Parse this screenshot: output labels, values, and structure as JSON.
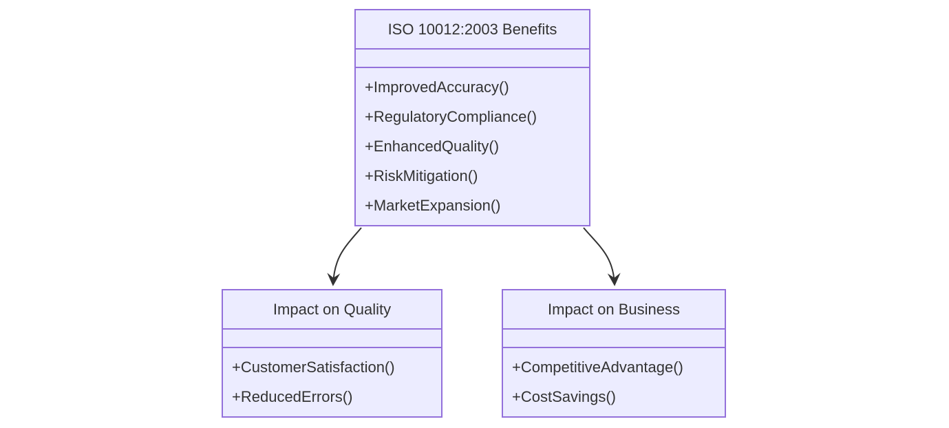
{
  "diagram": {
    "type": "uml-class-diagram",
    "background_color": "#ffffff",
    "node_fill_color": "#ECECFF",
    "node_border_color": "#9370DB",
    "text_color": "#333333",
    "arrow_color": "#333333",
    "classes": [
      {
        "id": "benefits",
        "title": "ISO 10012:2003 Benefits",
        "attributes": [],
        "methods": [
          "+ImprovedAccuracy()",
          "+RegulatoryCompliance()",
          "+EnhancedQuality()",
          "+RiskMitigation()",
          "+MarketExpansion()"
        ]
      },
      {
        "id": "quality",
        "title": "Impact on Quality",
        "attributes": [],
        "methods": [
          "+CustomerSatisfaction()",
          "+ReducedErrors()"
        ]
      },
      {
        "id": "business",
        "title": "Impact on Business",
        "attributes": [],
        "methods": [
          "+CompetitiveAdvantage()",
          "+CostSavings()"
        ]
      }
    ],
    "edges": [
      {
        "from": "ISO 10012:2003 Benefits",
        "to": "Impact on Quality",
        "style": "solid-arrow"
      },
      {
        "from": "ISO 10012:2003 Benefits",
        "to": "Impact on Business",
        "style": "solid-arrow"
      }
    ]
  }
}
